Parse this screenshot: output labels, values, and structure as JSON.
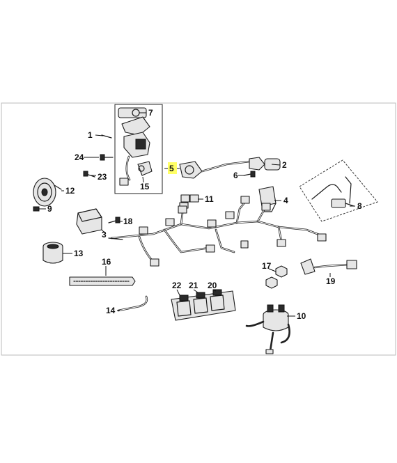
{
  "callouts": {
    "c1": "1",
    "c2": "2",
    "c3": "3",
    "c4": "4",
    "c5": "5",
    "c6": "6",
    "c7": "7",
    "c8": "8",
    "c9": "9",
    "c10": "10",
    "c11": "11",
    "c12": "12",
    "c13": "13",
    "c14": "14",
    "c15": "15",
    "c16": "16",
    "c17": "17",
    "c18": "18",
    "c19": "19",
    "c20": "20",
    "c21": "21",
    "c22": "22",
    "c23": "23",
    "c24": "24"
  },
  "colors": {
    "highlight": "#ffff66",
    "line": "#1a1a1a",
    "frame": "#bbbbbb"
  }
}
